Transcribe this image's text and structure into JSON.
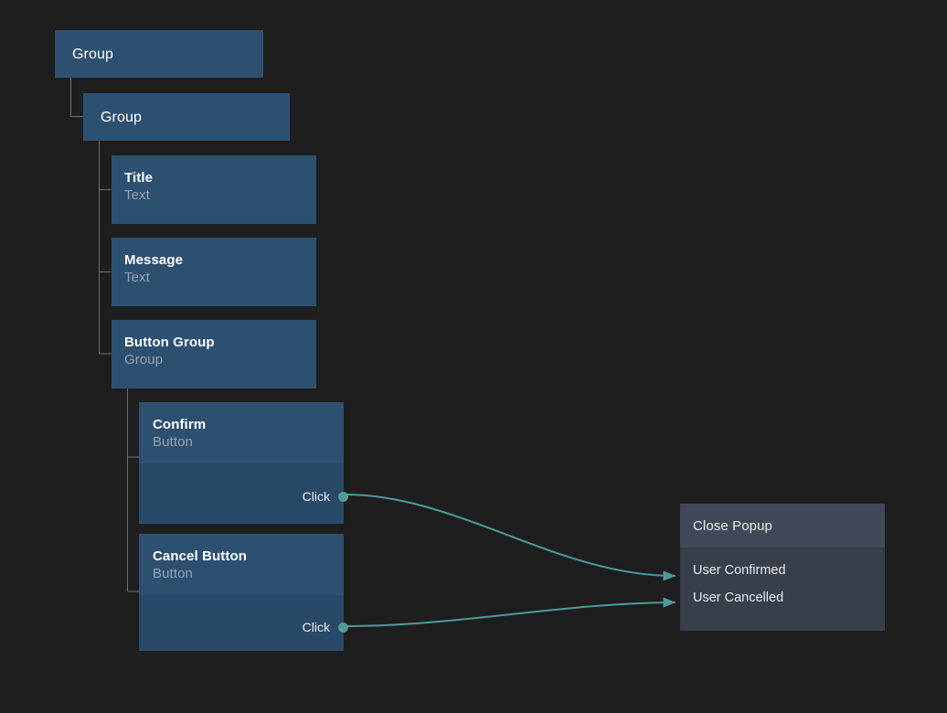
{
  "canvas": {
    "background": "#1e1e1e",
    "accent_color": "#4e9a9a",
    "node_color": "#2d5071",
    "action_node_color": "#383e4a"
  },
  "tree": {
    "nodes": [
      {
        "id": "root-group",
        "title": "Group",
        "subtitle": "",
        "type": "group"
      },
      {
        "id": "child-group",
        "title": "Group",
        "subtitle": "",
        "type": "group"
      },
      {
        "id": "title-text",
        "title": "Title",
        "subtitle": "Text",
        "type": "leaf"
      },
      {
        "id": "message-text",
        "title": "Message",
        "subtitle": "Text",
        "type": "leaf"
      },
      {
        "id": "button-group",
        "title": "Button Group",
        "subtitle": "Group",
        "type": "leaf"
      },
      {
        "id": "confirm",
        "title": "Confirm",
        "subtitle": "Button",
        "type": "port",
        "port": "Click"
      },
      {
        "id": "cancel",
        "title": "Cancel Button",
        "subtitle": "Button",
        "type": "port",
        "port": "Click"
      }
    ]
  },
  "action_node": {
    "title": "Close Popup",
    "inputs": [
      {
        "label": "User Confirmed"
      },
      {
        "label": "User Cancelled"
      }
    ]
  }
}
